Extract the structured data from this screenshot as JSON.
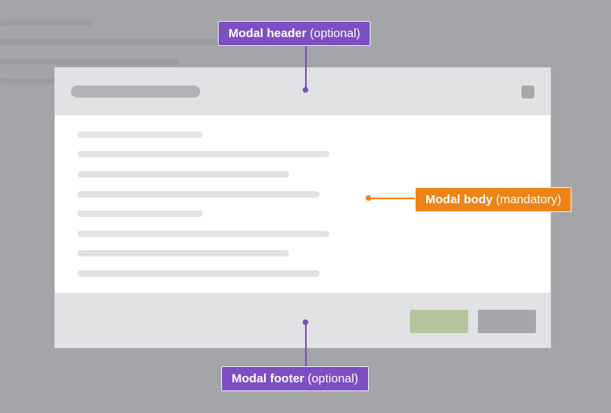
{
  "annotations": {
    "header": {
      "strong": "Modal header",
      "note": "(optional)"
    },
    "body": {
      "strong": "Modal body",
      "note": "(mandatory)"
    },
    "footer": {
      "strong": "Modal footer",
      "note": "(optional)"
    }
  },
  "colors": {
    "accent_purple": "#7e4ec3",
    "accent_orange": "#ec8419",
    "primary_button": "#b5c69d",
    "secondary_button": "#a5a7aa"
  }
}
